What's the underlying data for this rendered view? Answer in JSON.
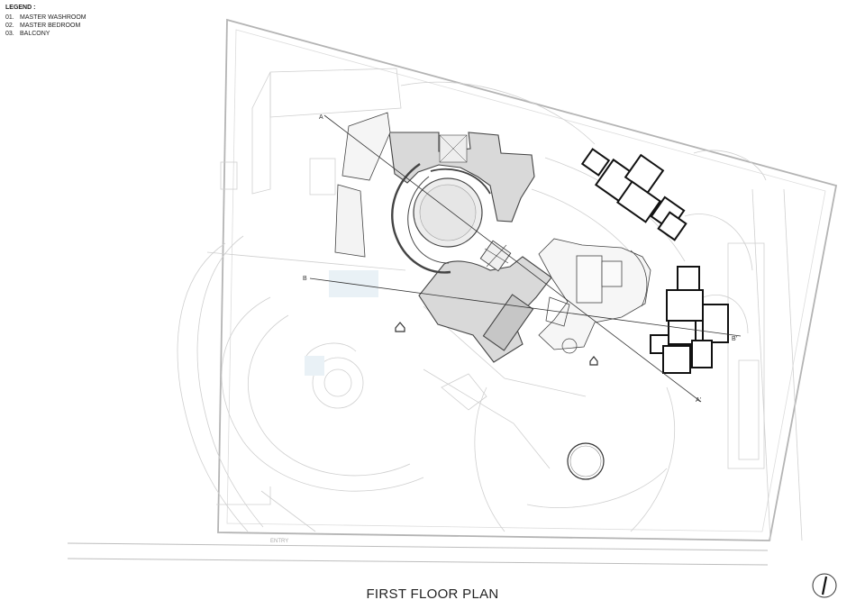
{
  "legend": {
    "title": "LEGEND :",
    "items": [
      {
        "num": "01.",
        "label": "MASTER WASHROOM"
      },
      {
        "num": "02.",
        "label": "MASTER BEDROOM"
      },
      {
        "num": "03.",
        "label": "BALCONY"
      }
    ]
  },
  "section_markers": {
    "a_start": "A",
    "a_end": "A'",
    "b_start": "B",
    "b_end": "B'"
  },
  "entry_label": "ENTRY",
  "plan_title": "FIRST FLOOR PLAN"
}
